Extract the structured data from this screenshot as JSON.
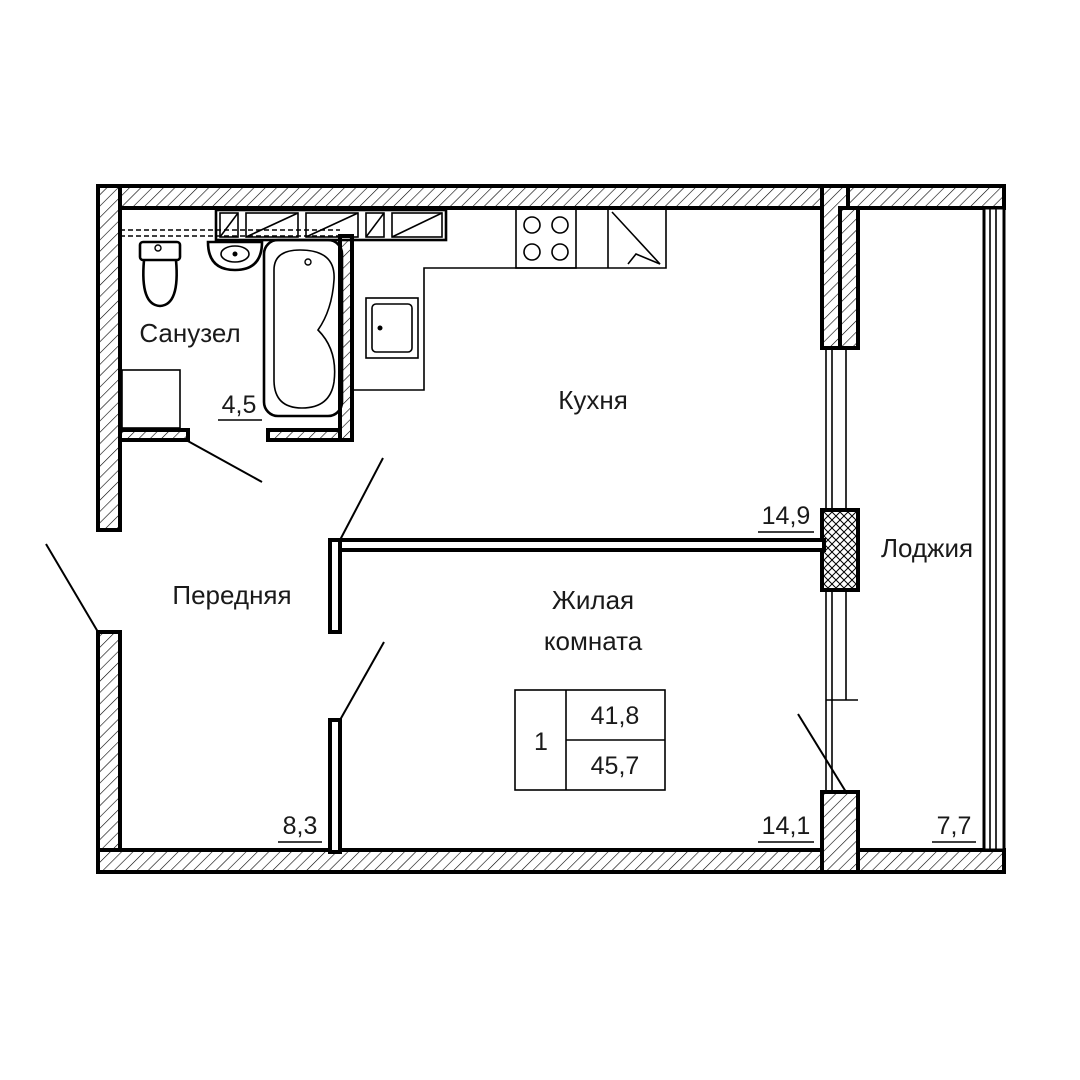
{
  "rooms": {
    "bathroom": {
      "name": "Санузел",
      "area": "4,5"
    },
    "kitchen": {
      "name": "Кухня",
      "area": "14,9"
    },
    "hallway": {
      "name": "Передняя",
      "area": "8,3"
    },
    "living": {
      "name_line1": "Жилая",
      "name_line2": "комната",
      "area": "14,1"
    },
    "loggia": {
      "name": "Лоджия",
      "area": "7,7"
    }
  },
  "summary": {
    "rooms_count": "1",
    "living_area": "41,8",
    "total_area": "45,7"
  }
}
